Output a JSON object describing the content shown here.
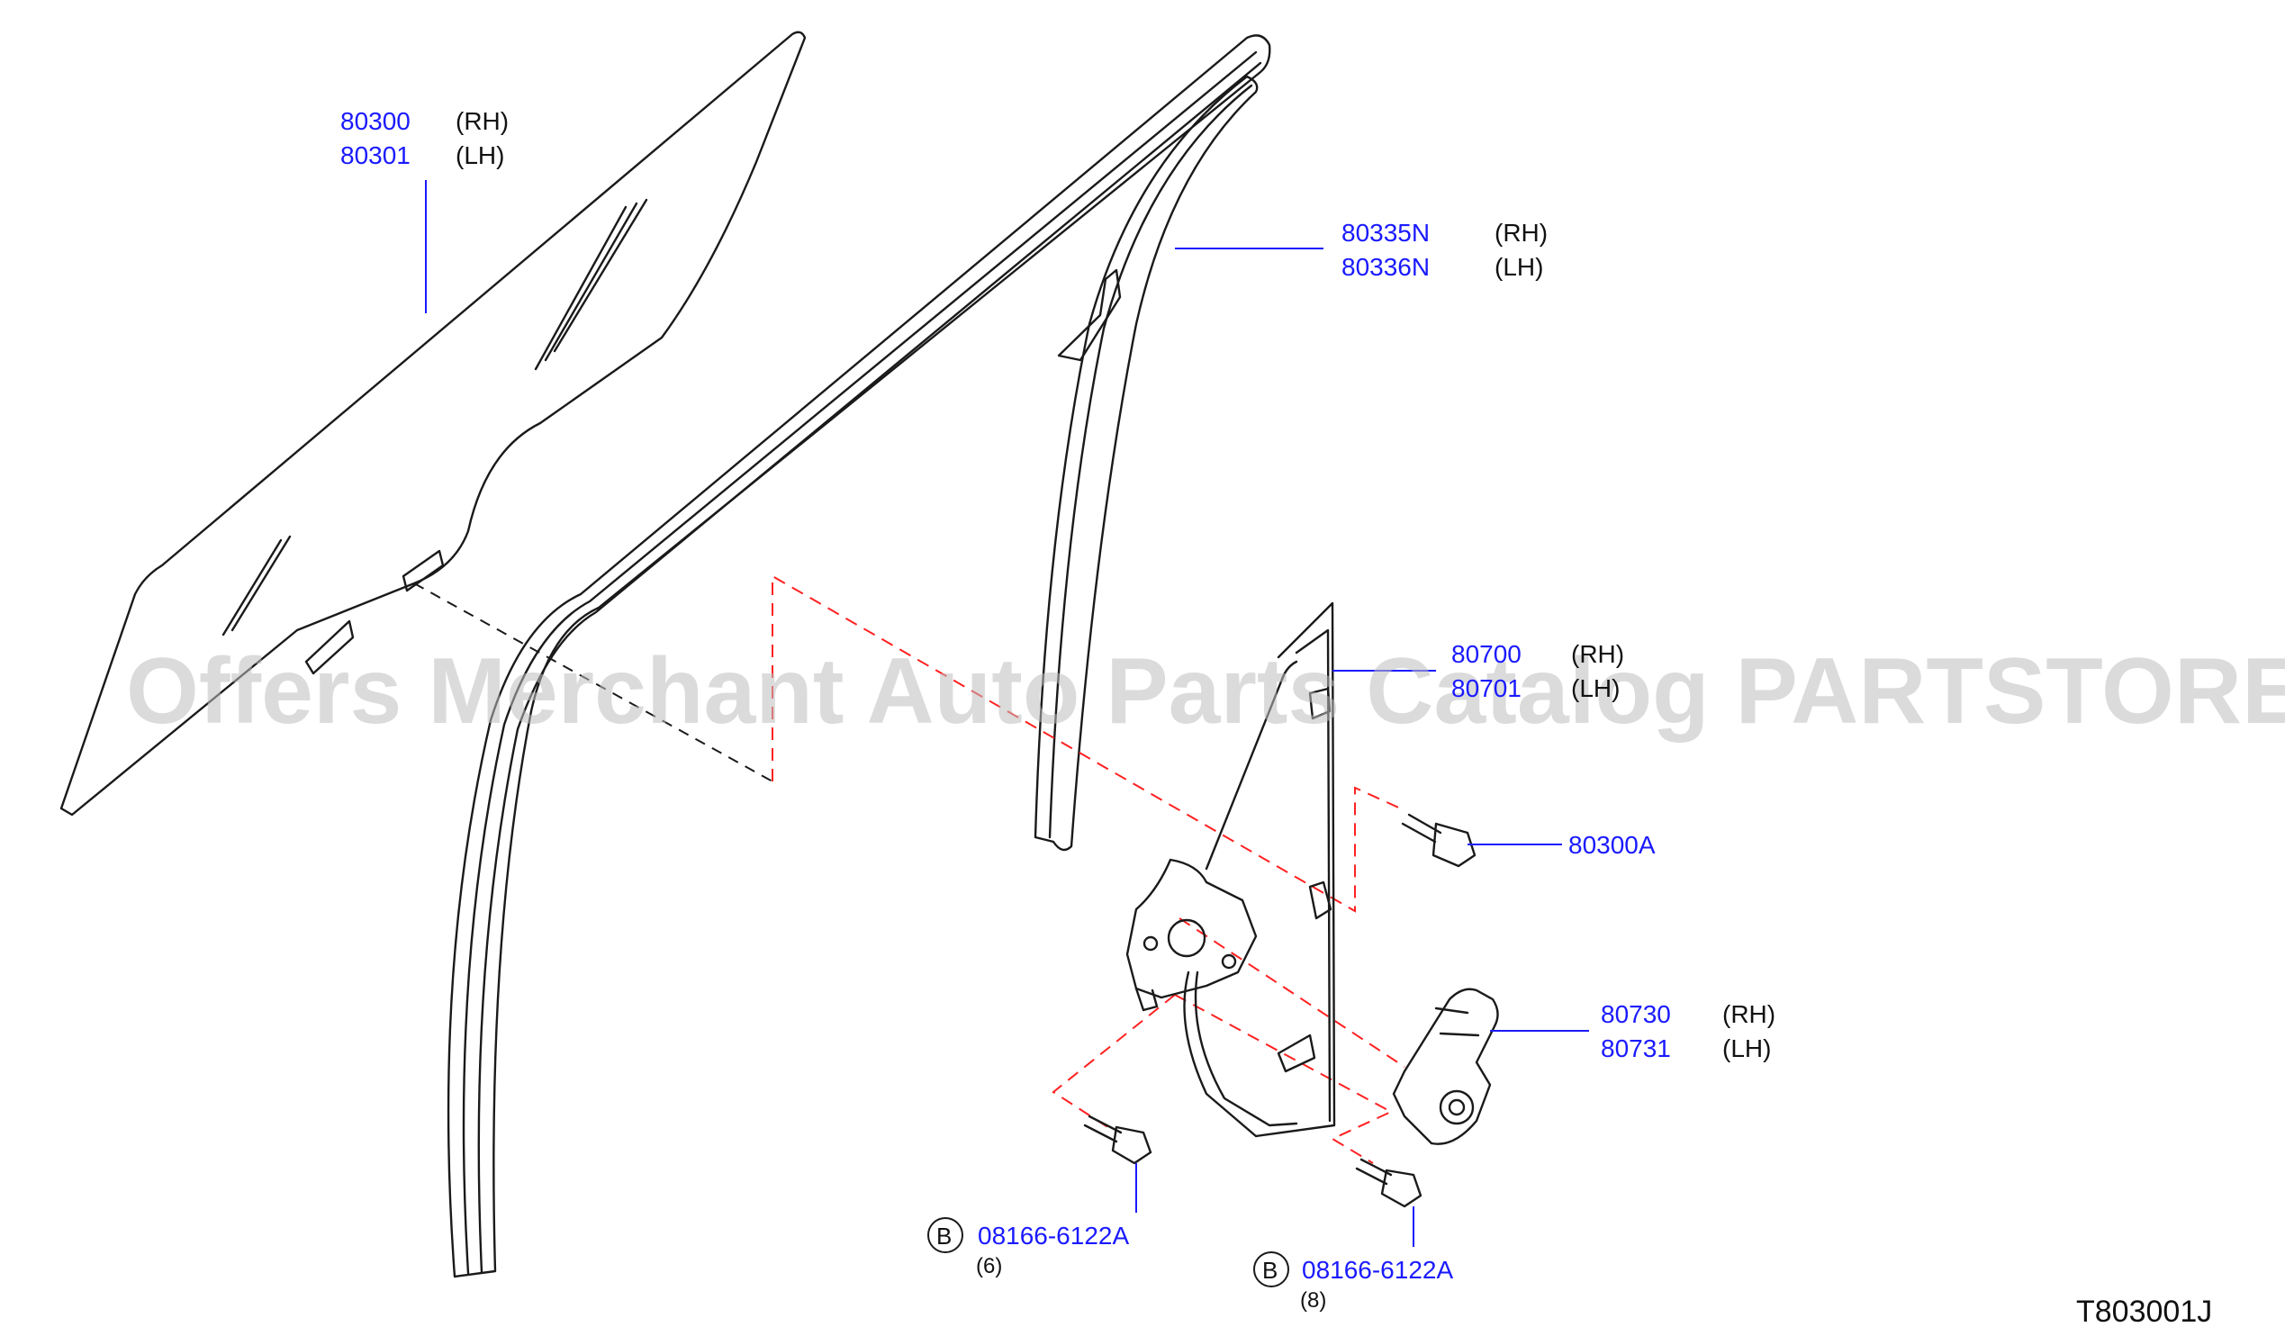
{
  "watermark": "Offers Merchant Auto Parts Catalog PARTSTORE.SA",
  "diagram_code": "T803001J",
  "callouts": {
    "glass": {
      "rh_part": "80300",
      "rh_side": "(RH)",
      "lh_part": "80301",
      "lh_side": "(LH)"
    },
    "sash": {
      "rh_part": "80335N",
      "rh_side": "(RH)",
      "lh_part": "80336N",
      "lh_side": "(LH)"
    },
    "regulator": {
      "rh_part": "80700",
      "rh_side": "(RH)",
      "lh_part": "80701",
      "lh_side": "(LH)"
    },
    "glass_bolt": {
      "part": "80300A"
    },
    "motor": {
      "rh_part": "80730",
      "rh_side": "(RH)",
      "lh_part": "80731",
      "lh_side": "(LH)"
    },
    "bolt_left": {
      "badge": "B",
      "part": "08166-6122A",
      "qty": "(6)"
    },
    "bolt_right": {
      "badge": "B",
      "part": "08166-6122A",
      "qty": "(8)"
    }
  },
  "colors": {
    "callout": "#1a1aff",
    "guide": "#ff2020",
    "line": "#1a1a1a"
  }
}
